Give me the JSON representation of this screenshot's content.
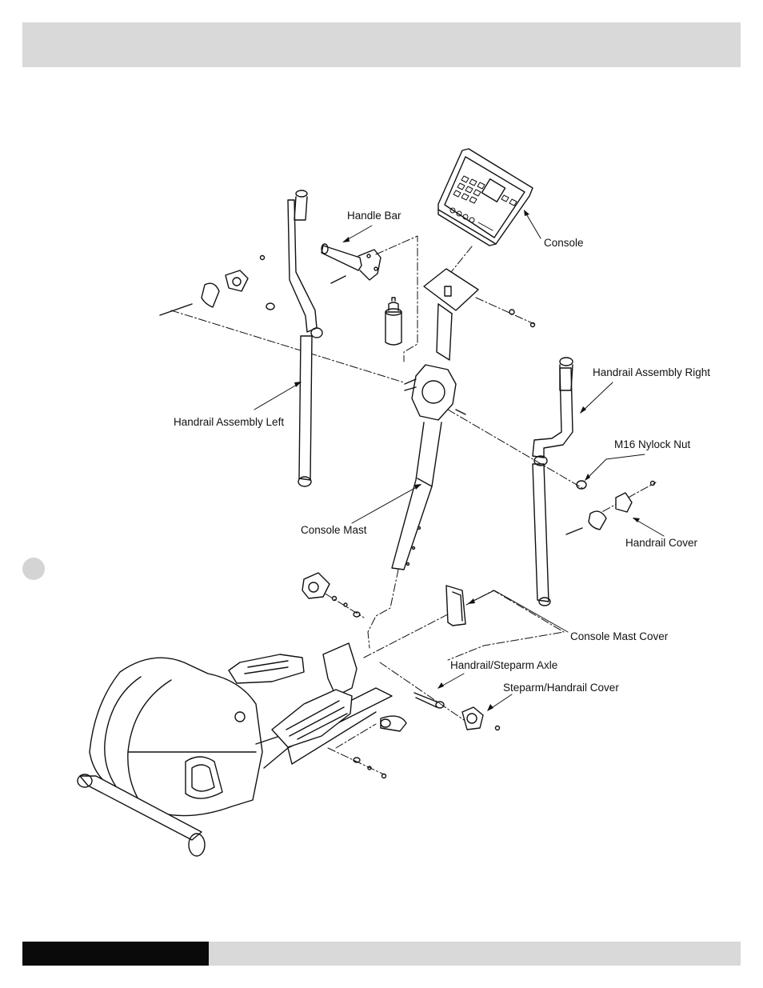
{
  "callouts": {
    "handle_bar": "Handle Bar",
    "console": "Console",
    "handrail_left": "Handrail Assembly Left",
    "handrail_right": "Handrail Assembly Right",
    "nylock_nut": "M16 Nylock Nut",
    "handrail_cover": "Handrail Cover",
    "console_mast": "Console Mast",
    "console_mast_cover": "Console Mast Cover",
    "axle": "Handrail/Steparm Axle",
    "steparm_cover": "Steparm/Handrail Cover"
  },
  "colors": {
    "header": "#d9d9d9",
    "footer": "#d9d9d9",
    "footer_block": "#0a0a0a",
    "step_marker": "#d4d4d4",
    "line": "#111111"
  }
}
